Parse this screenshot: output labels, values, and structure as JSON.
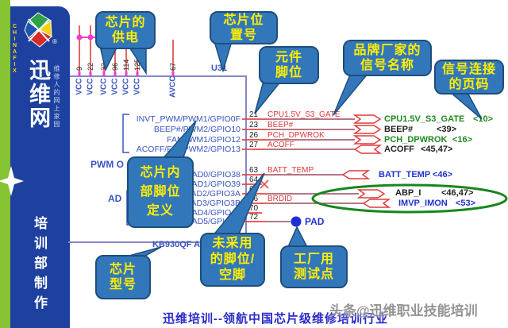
{
  "sidebar": {
    "brand_abbr": "CHINAFIX",
    "registered_mark": "®",
    "site_name": "迅维网",
    "slogan": "维修人的网上家园",
    "dept_note": "培训部制作"
  },
  "schematic": {
    "refdes": "U31",
    "chip_model": "KB930QF A1",
    "power_pins": [
      {
        "num": "9",
        "name": "VCC"
      },
      {
        "num": "22",
        "name": "VCC"
      },
      {
        "num": "33",
        "name": "VCC"
      },
      {
        "num": "96",
        "name": "VCC"
      },
      {
        "num": "114",
        "name": "VCC"
      },
      {
        "num": "125",
        "name": "VCC"
      }
    ],
    "avcc_pin": {
      "num": "67",
      "name": "AVCC"
    },
    "groups": {
      "pwm": "PWM O",
      "ad": "AD"
    },
    "pwm_pins": [
      {
        "num": "21",
        "def": "INVT_PWM/PWM1/GPIO0F",
        "net": "CPU1.5V_S3_GATE",
        "signal": "CPU1.5V_S3_GATE",
        "page": "<10>"
      },
      {
        "num": "23",
        "def": "BEEP#/PWM2/GPIO10",
        "net": "BEEP#",
        "signal": "BEEP#",
        "page": "<39>"
      },
      {
        "num": "26",
        "def": "FANPWM1/GPIO12",
        "net": "PCH_DPWROK",
        "signal": "PCH_DPWROK",
        "page": "<16>"
      },
      {
        "num": "27",
        "def": "ACOFF/FANPWM2/GPIO13",
        "net": "ACOFF",
        "signal": "ACOFF",
        "page": "<45,47>"
      }
    ],
    "ad_pins": [
      {
        "num": "63",
        "def": "/AD0/GPIO38",
        "net": "BATT_TEMP",
        "signal": "BATT_TEMP",
        "page": "<46>"
      },
      {
        "num": "64",
        "def": "/AD1/GPIO39",
        "net": "",
        "signal": "",
        "page": ""
      },
      {
        "num": "65",
        "def": "/AD2/GPIO3A",
        "net": "",
        "signal": "ABP_I",
        "page": "<46,47>"
      },
      {
        "num": "66",
        "def": "AD3/GPIO3B",
        "net": "BRDID",
        "signal": "IMVP_IMON",
        "page": "<53>"
      },
      {
        "num": "70",
        "def": "AD4/GPIO42",
        "net": "",
        "signal": "",
        "page": ""
      },
      {
        "num": "72",
        "def": "SELIO2#/AD5/GPIO43",
        "net": "",
        "signal": "",
        "page": ""
      }
    ],
    "pad_label": "PAD"
  },
  "callouts": {
    "power": "芯片的\n供电",
    "refdes": "芯片位\n置号",
    "component_pin": "元件\n脚位",
    "brand_signal": "品牌厂家的\n信号名称",
    "page_number": "信号连接\n的页码",
    "internal_def": "芯片内\n部脚位\n定义",
    "unused_pin": "未采用\n的脚位/\n空脚",
    "test_point": "工厂用\n测试点",
    "chip_model": "芯片\n型号"
  },
  "footer": {
    "banner": "迅维培训--领航中国芯片级维修培训行业",
    "watermark": "头条@迅维职业技能培训"
  },
  "colors": {
    "sidebar_green": "#85c332",
    "sidebar_blue": "#1e41a0",
    "callout_fill": "#3377bb",
    "callout_text": "#ffef00",
    "chip_outline": "#8585cb",
    "wire": "#9c4a5c",
    "pin_stub": "#e84444",
    "power_net": "#ee3cd0",
    "highlight_ellipse": "#17861f",
    "signal_green": "#1f8a1f",
    "signal_blue": "#2233cc"
  }
}
